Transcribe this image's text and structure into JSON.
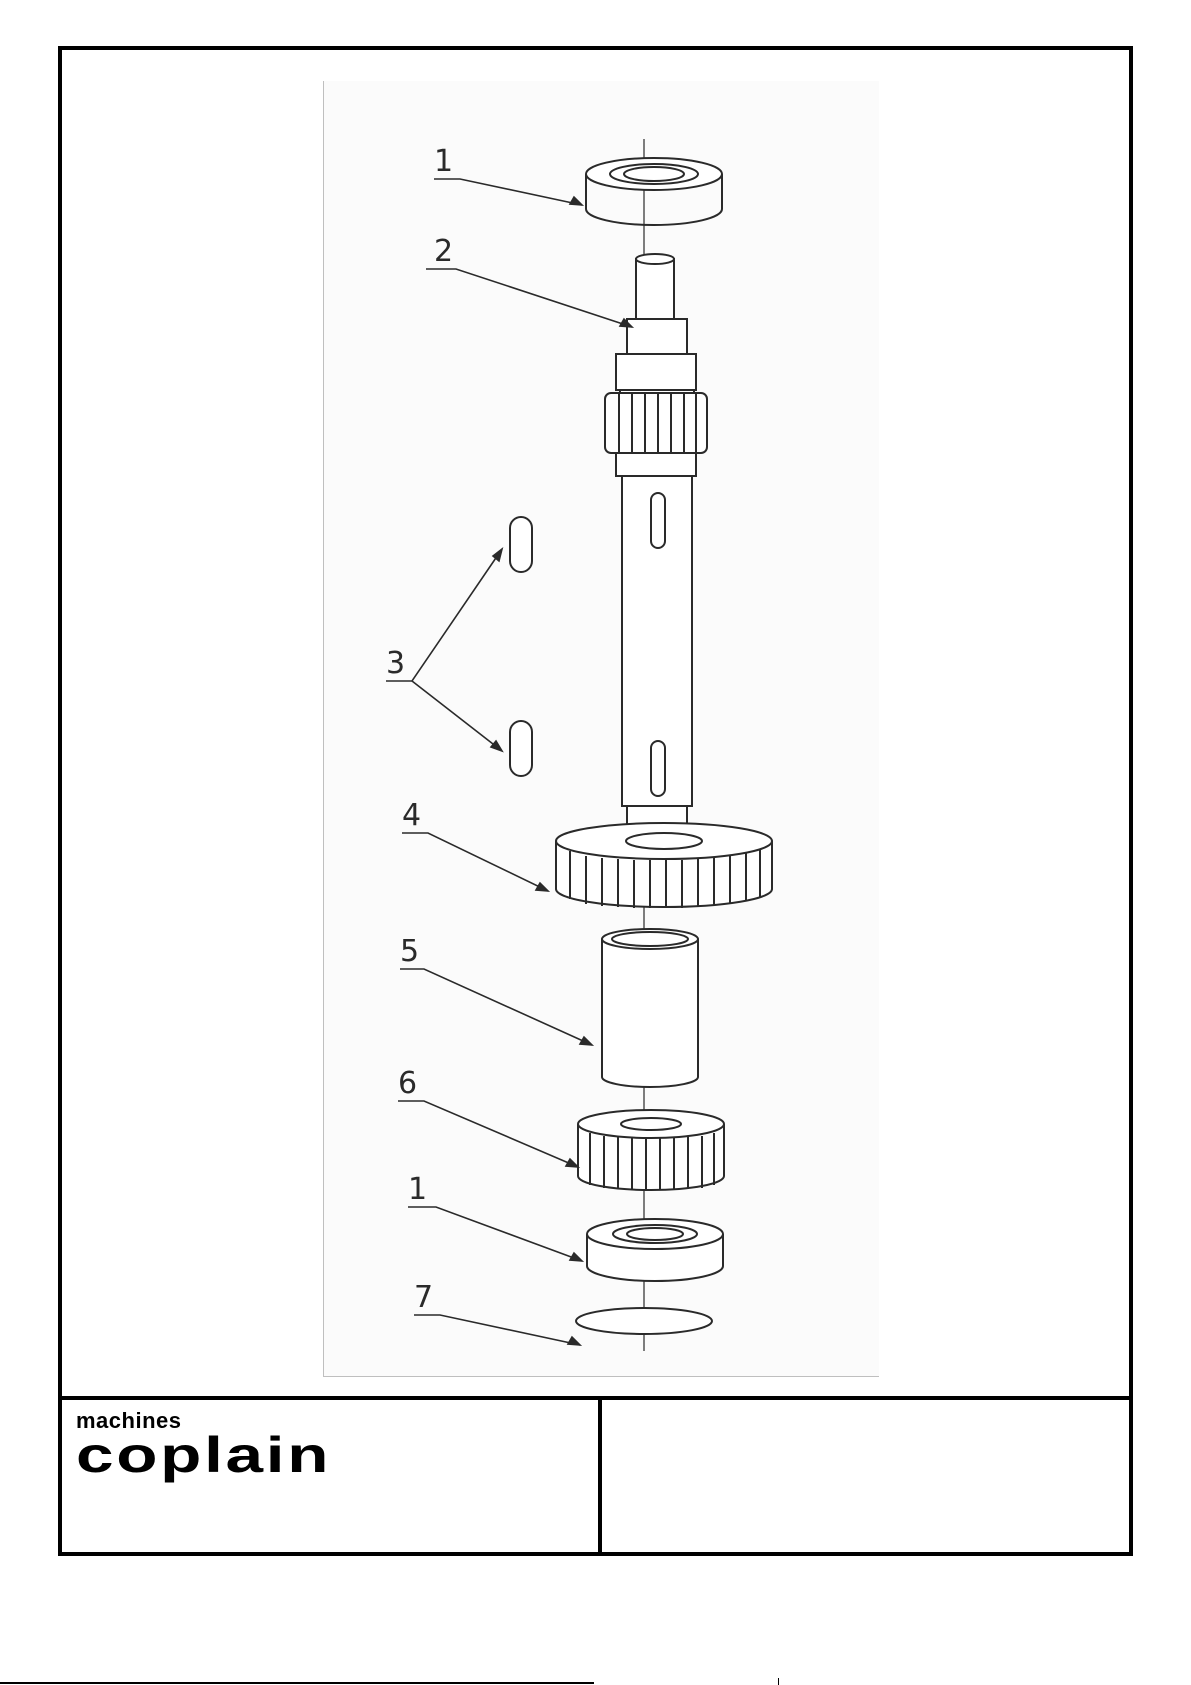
{
  "title_block": {
    "logo_small": "machines",
    "logo_big": "coplain"
  },
  "callouts": [
    {
      "id": "c1a",
      "label": "1",
      "part": "bearing"
    },
    {
      "id": "c2",
      "label": "2",
      "part": "shaft"
    },
    {
      "id": "c3",
      "label": "3",
      "part": "key"
    },
    {
      "id": "c4",
      "label": "4",
      "part": "large-gear"
    },
    {
      "id": "c5",
      "label": "5",
      "part": "spacer"
    },
    {
      "id": "c6",
      "label": "6",
      "part": "small-gear"
    },
    {
      "id": "c1b",
      "label": "1",
      "part": "bearing"
    },
    {
      "id": "c7",
      "label": "7",
      "part": "washer"
    }
  ],
  "colors": {
    "frame": "#000000",
    "line": "#2a2a2a",
    "panel": "#fbfbfb"
  }
}
